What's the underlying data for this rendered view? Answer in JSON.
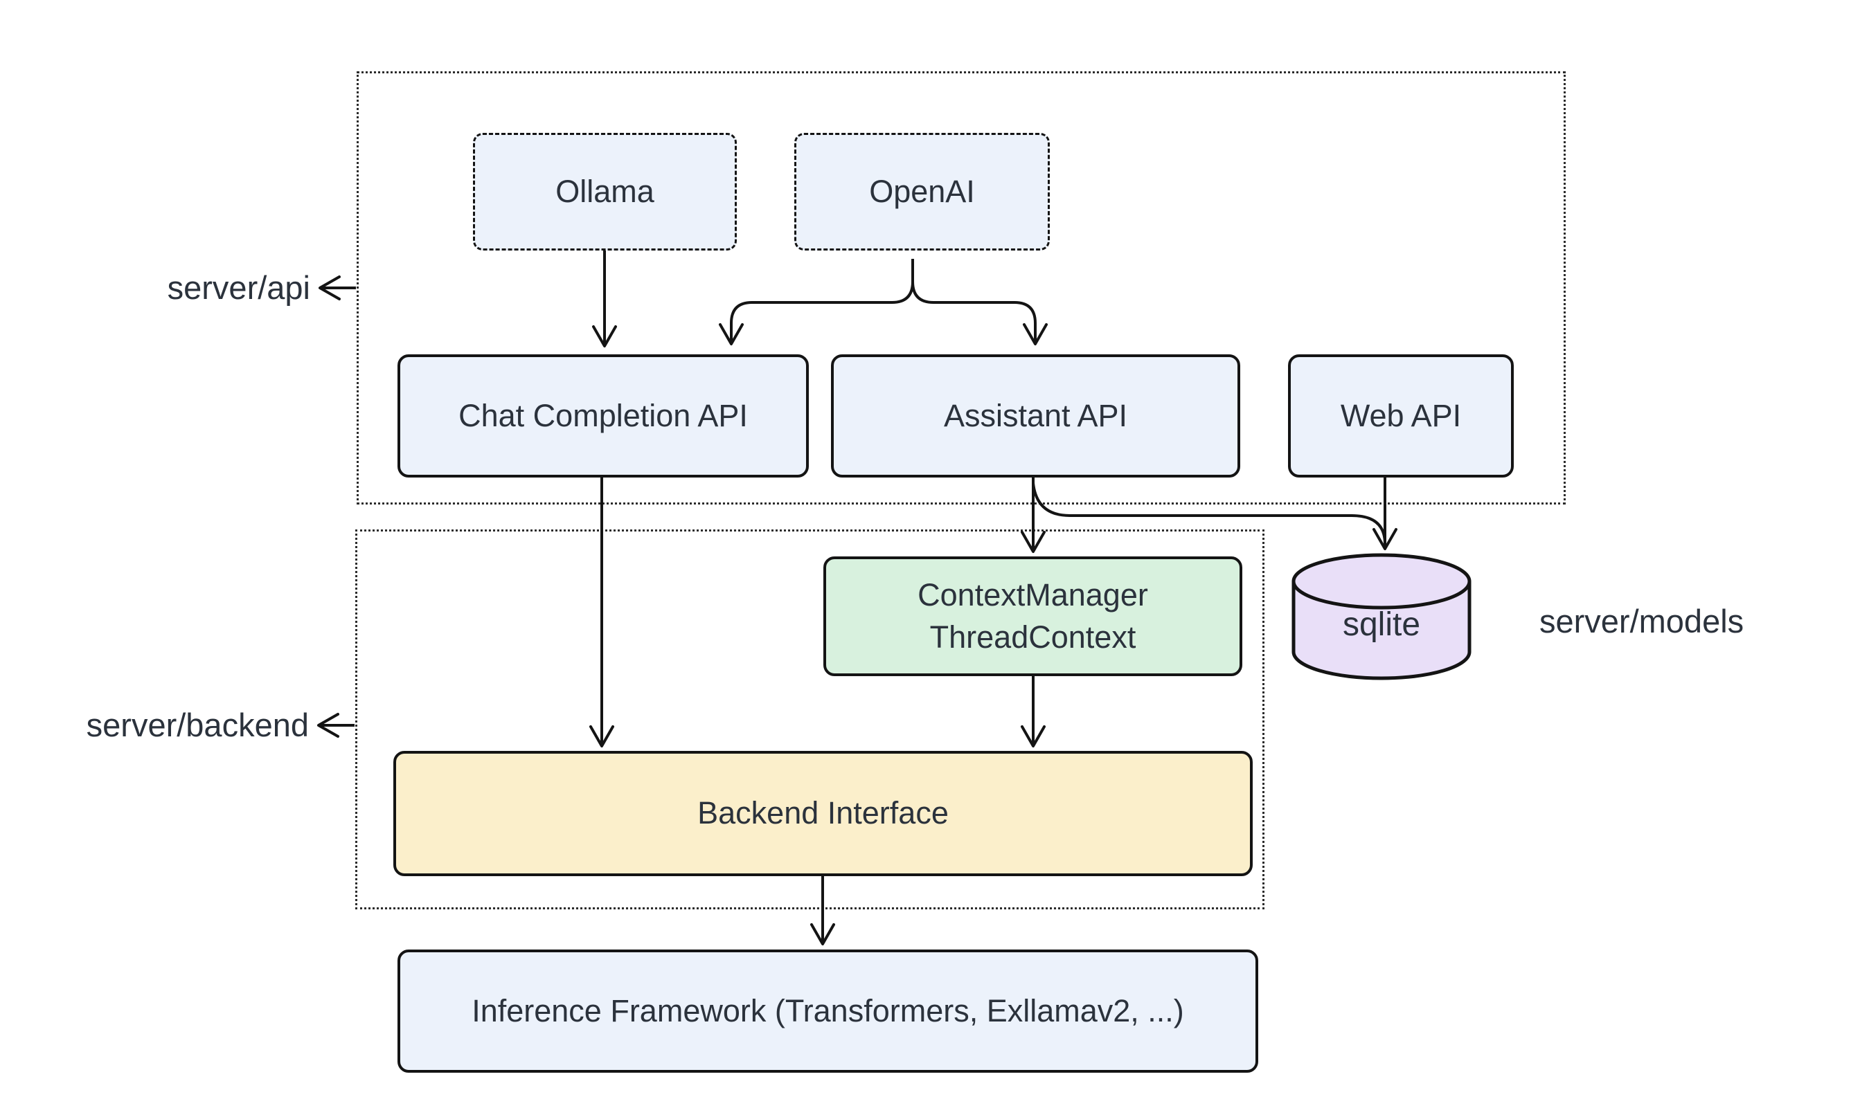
{
  "diagram": {
    "type": "architecture-flowchart",
    "background": "#ffffff",
    "colors": {
      "node_fill": "#ECF2FB",
      "context_fill": "#D8F1DE",
      "backend_fill": "#FBEFCB",
      "database_fill": "#E9DFF8",
      "stroke": "#141414",
      "container_border": "#2b2b2b",
      "text": "#2b323c"
    },
    "containers": {
      "server_api": {
        "label": "server/api"
      },
      "server_backend": {
        "label": "server/backend"
      },
      "server_models": {
        "label": "server/models"
      }
    },
    "nodes": {
      "ollama": {
        "label": "Ollama"
      },
      "openai": {
        "label": "OpenAI"
      },
      "chat_completion_api": {
        "label": "Chat Completion API"
      },
      "assistant_api": {
        "label": "Assistant API"
      },
      "web_api": {
        "label": "Web API"
      },
      "context_manager": {
        "line1": "ContextManager",
        "line2": "ThreadContext"
      },
      "sqlite": {
        "label": "sqlite"
      },
      "backend_interface": {
        "label": "Backend Interface"
      },
      "inference_framework": {
        "label": "Inference Framework (Transformers, Exllamav2, ...)"
      }
    },
    "edges": [
      {
        "from": "ollama",
        "to": "chat_completion_api"
      },
      {
        "from": "openai",
        "to": "chat_completion_api"
      },
      {
        "from": "openai",
        "to": "assistant_api"
      },
      {
        "from": "chat_completion_api",
        "to": "backend_interface"
      },
      {
        "from": "assistant_api",
        "to": "context_manager"
      },
      {
        "from": "assistant_api",
        "to": "sqlite"
      },
      {
        "from": "web_api",
        "to": "sqlite"
      },
      {
        "from": "context_manager",
        "to": "backend_interface"
      },
      {
        "from": "backend_interface",
        "to": "inference_framework"
      }
    ]
  }
}
